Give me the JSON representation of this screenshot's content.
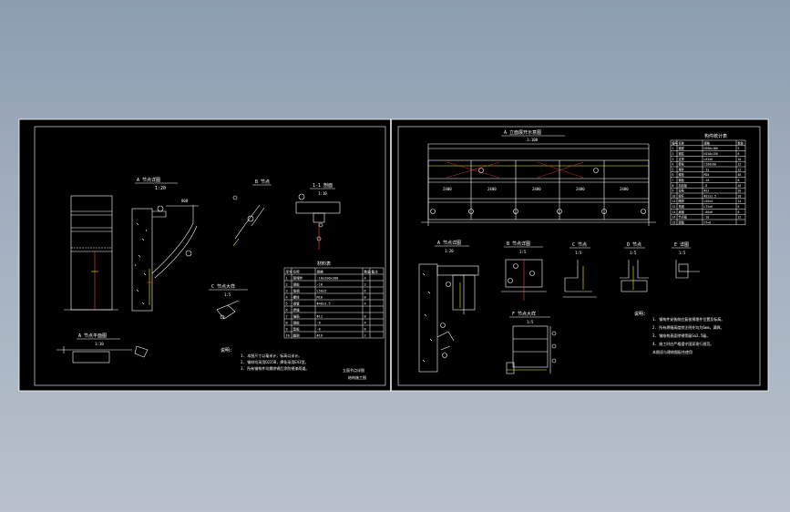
{
  "colors": {
    "background_top": "#8d9db0",
    "background_bottom": "#b8c1cc",
    "sheet": "#000000",
    "line": "#ffffff",
    "accent_yellow": "#ffff00",
    "accent_red": "#ff4040"
  },
  "left_sheet": {
    "detail_a_title": "A 节点详图",
    "detail_a_scale": "1:20",
    "detail_b_title": "B 节点",
    "section_1_title": "1-1 剖面",
    "section_1_scale": "1:10",
    "detail_c_title": "C 节点大样",
    "detail_c_scale": "1:5",
    "plan_title": "A 节点平面图",
    "plan_scale": "1:10",
    "dim_800": "800",
    "label_a": "A",
    "label_b": "B",
    "table_title": "材料表",
    "table_headers": [
      "序号",
      "名称",
      "规格",
      "数量",
      "备注"
    ],
    "table_rows": [
      [
        "1",
        "预埋件",
        "-10x200x300",
        "4",
        ""
      ],
      [
        "2",
        "钢板",
        "-10",
        "2",
        ""
      ],
      [
        "3",
        "角钢",
        "L50x5",
        "6",
        ""
      ],
      [
        "4",
        "螺栓",
        "M16",
        "8",
        ""
      ],
      [
        "5",
        "钢管",
        "Φ48x3.5",
        "4",
        ""
      ],
      [
        "6",
        "焊缝",
        "",
        "",
        ""
      ],
      [
        "7",
        "锚筋",
        "Φ12",
        "8",
        ""
      ],
      [
        "8",
        "钢板",
        "-8",
        "4",
        ""
      ],
      [
        "9",
        "垫板",
        "-6",
        "8",
        ""
      ],
      [
        "10",
        "圆钢",
        "Φ16",
        "2",
        ""
      ]
    ],
    "notes_title": "说明:",
    "notes": [
      "1. 本图尺寸以毫米计，标高以米计。",
      "2. 钢材均采用Q235B，焊条采用E43型。",
      "3. 所有钢构件均需除锈后涂防锈漆两道。"
    ],
    "drawing_title": "立面节点详图",
    "drawing_subtitle": "结构施工图"
  },
  "right_sheet": {
    "elevation_title": "A 立面展开示意图",
    "elevation_scale": "1:100",
    "bay_labels": [
      "2400",
      "2400",
      "2400",
      "2400",
      "2400"
    ],
    "detail_1_title": "A 节点详图",
    "detail_1_scale": "1:20",
    "detail_2_title": "B 节点详图",
    "detail_2_scale": "1:5",
    "detail_3_title": "C 节点",
    "detail_3_scale": "1:5",
    "detail_4_title": "D 节点",
    "detail_4_scale": "1:5",
    "detail_5_title": "E 详图",
    "detail_5_scale": "1:5",
    "detail_6_title": "F 节点大样",
    "detail_6_scale": "1:5",
    "table_title": "构件统计表",
    "table_headers": [
      "编号",
      "名称",
      "规格",
      "数量"
    ],
    "table_rows": [
      [
        "1",
        "钢梁",
        "H200x100",
        "5"
      ],
      [
        "2",
        "钢柱",
        "H150x150",
        "6"
      ],
      [
        "3",
        "支撑",
        "L63x6",
        "10"
      ],
      [
        "4",
        "檩条",
        "C160x60",
        "12"
      ],
      [
        "5",
        "埋件",
        "-12",
        "12"
      ],
      [
        "6",
        "螺栓",
        "M20",
        "48"
      ],
      [
        "7",
        "钢板",
        "-10",
        "8"
      ],
      [
        "8",
        "加劲板",
        "-8",
        "16"
      ],
      [
        "9",
        "拉条",
        "Φ12",
        "20"
      ],
      [
        "10",
        "撑杆",
        "Φ32x2.5",
        "10"
      ],
      [
        "11",
        "隅撑",
        "L50x4",
        "14"
      ],
      [
        "12",
        "角钢",
        "L75x6",
        "6"
      ],
      [
        "13",
        "扁钢",
        "-60x6",
        "8"
      ],
      [
        "14",
        "节点板",
        "-10",
        "12"
      ],
      [
        "15",
        "焊缝",
        "hf=6",
        ""
      ]
    ],
    "notes_label": "说明:",
    "notes": [
      "1. 钢构件安装前应复核预埋件位置及标高。",
      "2. 所有焊缝高度除注明外均为6mm，满焊。",
      "3. 钢结构表面除锈等级Sa2.5级。",
      "4. 施工时应严格遵守国家现行规范。"
    ],
    "notes_footer": "本图须与建筑图配合使用"
  }
}
